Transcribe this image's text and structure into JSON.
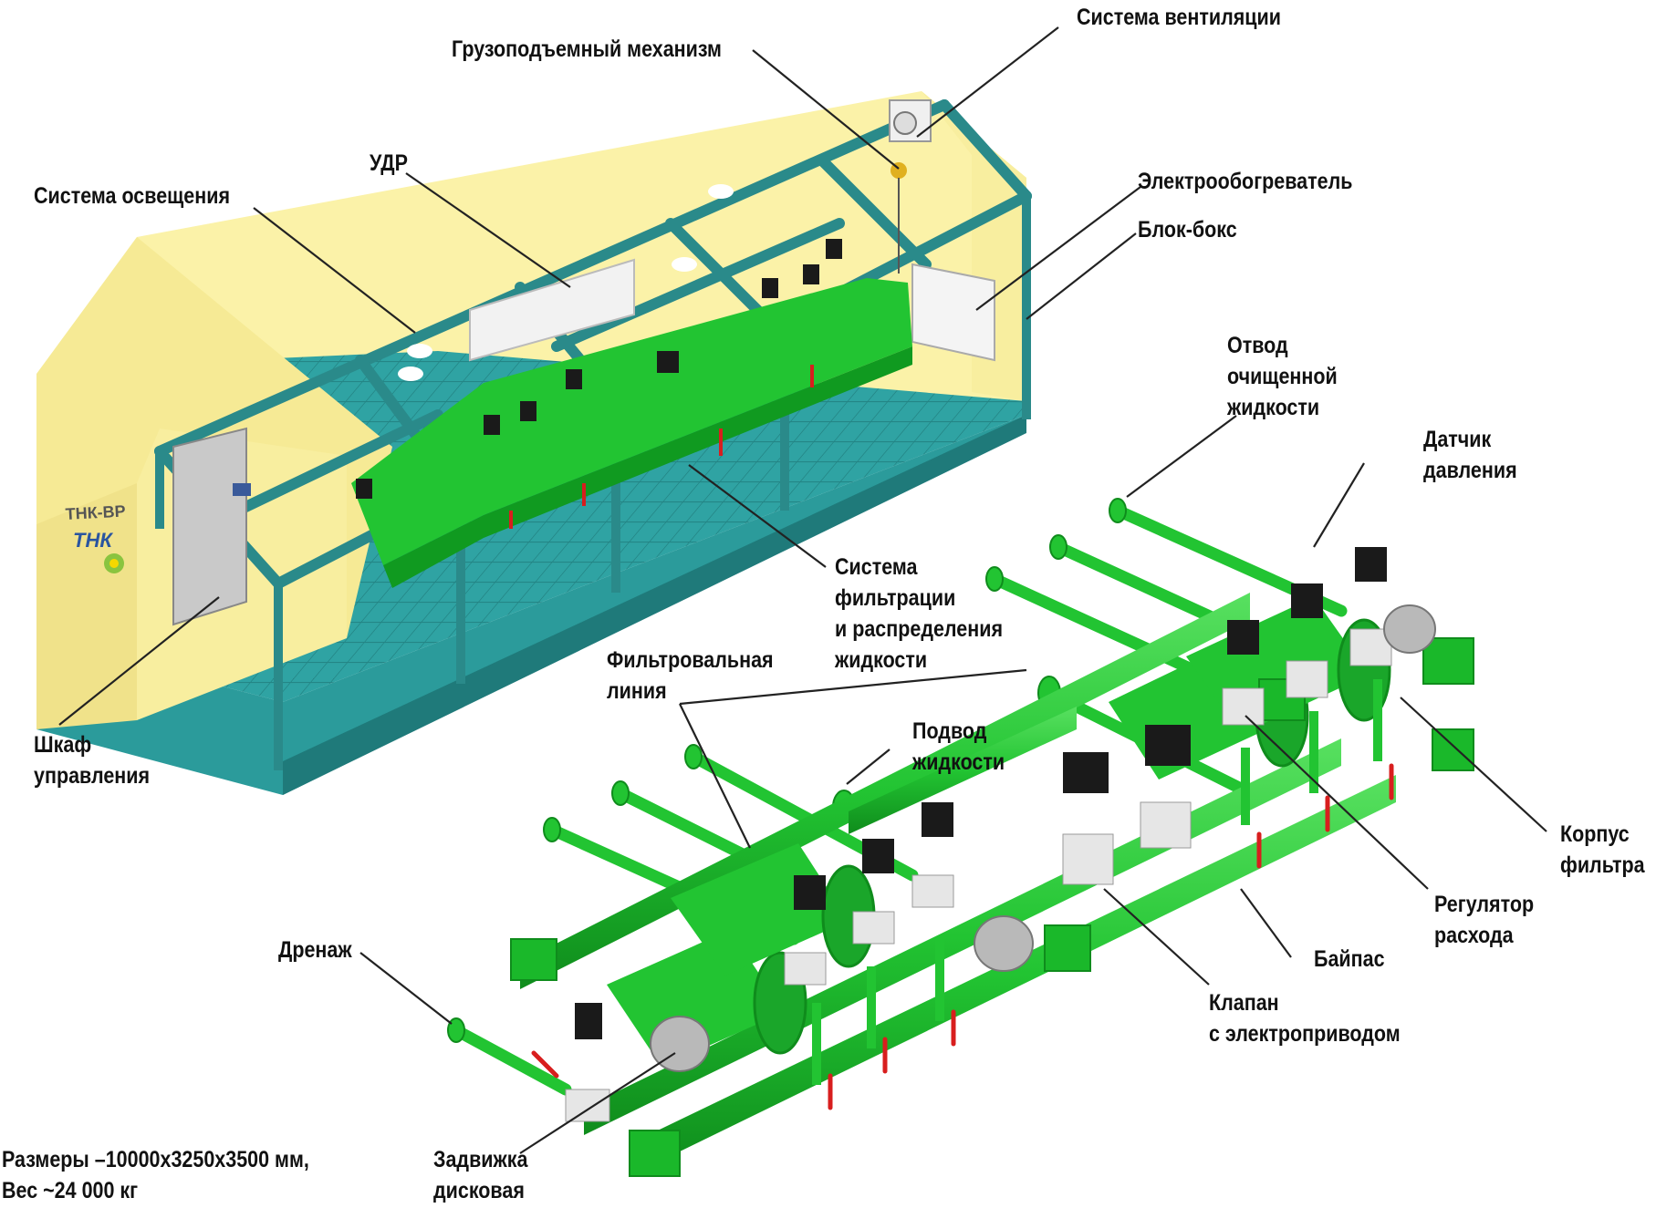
{
  "labels": {
    "ventilation": "Система вентиляции",
    "hoist": "Грузоподъемный механизм",
    "udr": "УДР",
    "lighting": "Система освещения",
    "heater": "Электрообогреватель",
    "block_box": "Блок-бокс",
    "outlet": [
      "Отвод",
      "очищенной",
      "жидкости"
    ],
    "pressure_sensor": [
      "Датчик",
      "давления"
    ],
    "filtration_system": [
      "Система",
      "фильтрации",
      "и распределения",
      "жидкости"
    ],
    "filter_line": [
      "Фильтровальная",
      "линия"
    ],
    "inlet": [
      "Подвод",
      "жидкости"
    ],
    "filter_housing": [
      "Корпус",
      "фильтра"
    ],
    "flow_regulator": [
      "Регулятор",
      "расхода"
    ],
    "bypass": "Байпас",
    "electric_valve": [
      "Клапан",
      "с электроприводом"
    ],
    "drain": "Дренаж",
    "control_cabinet": [
      "Шкаф",
      "управления"
    ],
    "disc_gate_valve": [
      "Задвижка",
      "дисковая"
    ],
    "dimensions": [
      "Размеры –10000x3250x3500 мм,",
      "Вес ~24 000 кг"
    ]
  },
  "logo": {
    "brand": "ТНК-ВР",
    "mark": "ТНК"
  },
  "colors": {
    "wall": "#fbf2a8",
    "frame": "#2a8a8a",
    "floor": "#2b9b9b",
    "pipe": "#22c432",
    "pipe_dark": "#109a20",
    "actuator": "#1a1a1a",
    "valve_body": "#e6e6e6",
    "handle": "#d81e1e"
  }
}
